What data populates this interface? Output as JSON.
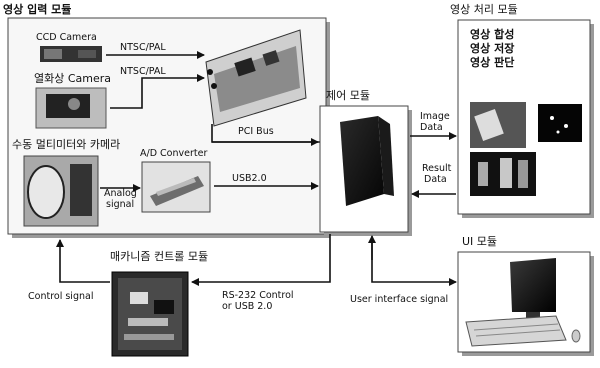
{
  "input_module": {
    "title": "영상 입력 모듈",
    "ccd_camera": "CCD Camera",
    "ir_camera": "열화상 Camera",
    "ntsc_pal_1": "NTSC/PAL",
    "ntsc_pal_2": "NTSC/PAL",
    "manual_camera": "수동 멀티미터와 카메라",
    "ad_converter": "A/D Converter",
    "analog_signal_1": "Analog",
    "analog_signal_2": "signal"
  },
  "control_module": {
    "title": "제어 모듈"
  },
  "processing_module": {
    "title": "영상 처리 모듈",
    "items": [
      "영상 합성",
      "영상 저장",
      "영상 판단"
    ]
  },
  "ui_module": {
    "title": "UI 모듈"
  },
  "mechanism_module": {
    "title": "매카니즘 컨트롤 모듈"
  },
  "links": {
    "pci_bus": "PCI Bus",
    "usb": "USB2.0",
    "image_data_1": "Image",
    "image_data_2": "Data",
    "result_data_1": "Result",
    "result_data_2": "Data",
    "control_signal": "Control signal",
    "rs232_1": "RS-232 Control",
    "rs232_2": "or USB 2.0",
    "user_interface_signal": "User interface signal"
  }
}
